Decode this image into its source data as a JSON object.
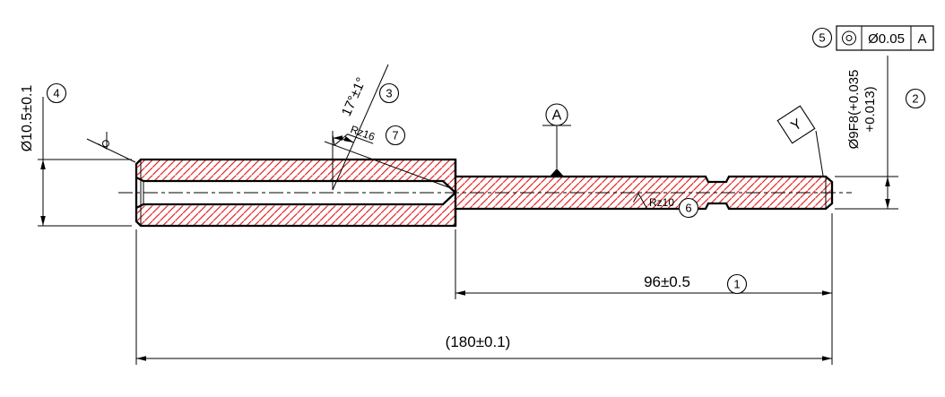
{
  "drawing": {
    "dimensions": {
      "overall_length": "(180±0.1)",
      "section_length": "96±0.5",
      "left_diameter": "Ø10.5±0.1",
      "right_diameter_line1": "Ø9F8(+0.035",
      "right_diameter_line2": "+0.013)",
      "taper_angle": "17°±1°"
    },
    "roughness": {
      "taper": "Rz16",
      "bore": "Rz10"
    },
    "datum": {
      "label": "A"
    },
    "marking": {
      "label": "Y"
    },
    "fcf": {
      "symbol_icon": "concentricity-icon",
      "tolerance": "Ø0.05",
      "datum": "A"
    },
    "balloons": {
      "n1": "1",
      "n2": "2",
      "n3": "3",
      "n4": "4",
      "n5": "5",
      "n6": "6",
      "n7": "7"
    },
    "colors": {
      "hatch": "#e62626",
      "line": "#000000"
    }
  }
}
